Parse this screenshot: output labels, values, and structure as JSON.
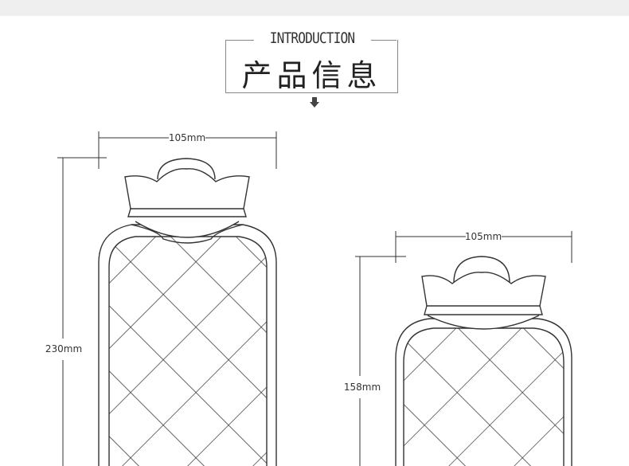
{
  "header": {
    "title_en": "INTRODUCTION",
    "title_cn": "产品信息",
    "arrow_icon": "arrow-down-icon"
  },
  "products": [
    {
      "name": "large-hot-water-bottle",
      "width_label": "105mm",
      "height_label": "230mm"
    },
    {
      "name": "small-hot-water-bottle",
      "width_label": "105mm",
      "height_label": "158mm"
    }
  ],
  "colors": {
    "line": "#333333",
    "topbar": "#efefef"
  }
}
